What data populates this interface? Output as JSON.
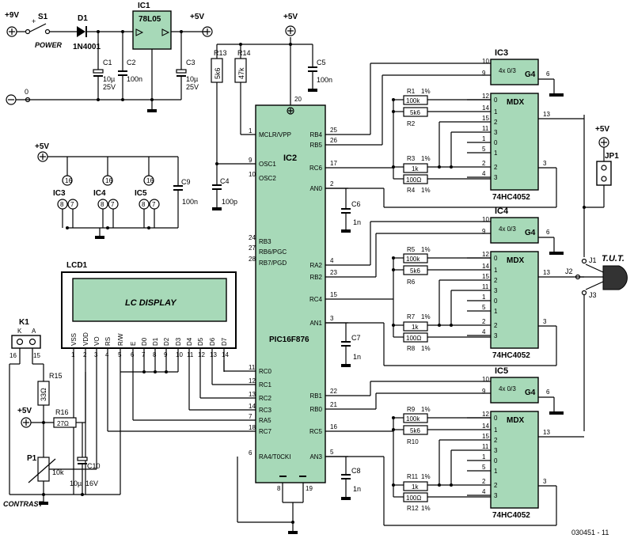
{
  "power": {
    "vin_label": "+9V",
    "switch_ref": "S1",
    "switch_label": "POWER",
    "diode_ref": "D1",
    "diode_part": "1N4001",
    "reg_ref": "IC1",
    "reg_part": "78L05",
    "vout_label": "+5V",
    "zero_label": "0",
    "plus_mark": "+",
    "c1_ref": "C1",
    "c1_val": "10µ",
    "c1_v": "25V",
    "c2_ref": "C2",
    "c2_val": "100n",
    "c3_ref": "C3",
    "c3_val": "10µ",
    "c3_v": "25V"
  },
  "mcu": {
    "ref": "IC2",
    "part": "PIC16F876",
    "supply": "+5V",
    "pin20": "20",
    "left_pins": [
      {
        "num": "1",
        "name": "MCLR/VPP"
      },
      {
        "num": "9",
        "name": "OSC1"
      },
      {
        "num": "10",
        "name": "OSC2"
      },
      {
        "num": "24",
        "name": "RB3"
      },
      {
        "num": "27",
        "name": "RB6/PGC"
      },
      {
        "num": "28",
        "name": "RB7/PGD"
      },
      {
        "num": "11",
        "name": "RC0"
      },
      {
        "num": "12",
        "name": "RC1"
      },
      {
        "num": "13",
        "name": "RC2"
      },
      {
        "num": "14",
        "name": "RC3"
      },
      {
        "num": "7",
        "name": "RA5"
      },
      {
        "num": "18",
        "name": "RC7"
      },
      {
        "num": "6",
        "name": "RA4/T0CKI"
      }
    ],
    "right_pins": [
      {
        "num": "25",
        "name": "RB4"
      },
      {
        "num": "26",
        "name": "RB5"
      },
      {
        "num": "17",
        "name": "RC6"
      },
      {
        "num": "2",
        "name": "AN0"
      },
      {
        "num": "4",
        "name": "RA2"
      },
      {
        "num": "23",
        "name": "RB2"
      },
      {
        "num": "15",
        "name": "RC4"
      },
      {
        "num": "3",
        "name": "AN1"
      },
      {
        "num": "22",
        "name": "RB1"
      },
      {
        "num": "21",
        "name": "RB0"
      },
      {
        "num": "16",
        "name": "RC5"
      },
      {
        "num": "5",
        "name": "AN3"
      }
    ],
    "gnd_pins": [
      "8",
      "19"
    ]
  },
  "osc": {
    "r13_ref": "R13",
    "r13_val": "5k6",
    "r14_ref": "R14",
    "r14_val": "47k",
    "c4_ref": "C4",
    "c4_val": "100p",
    "c5_ref": "C5",
    "c5_val": "100n"
  },
  "decoupling": {
    "supply": "+5V",
    "pin16": "16",
    "chips": [
      {
        "ref": "IC3",
        "p8": "8",
        "p7": "7"
      },
      {
        "ref": "IC4",
        "p8": "8",
        "p7": "7"
      },
      {
        "ref": "IC5",
        "p8": "8",
        "p7": "7"
      }
    ],
    "c9_ref": "C9",
    "c9_val": "100n"
  },
  "lcd": {
    "ref": "LCD1",
    "display_label": "LC DISPLAY",
    "pins": [
      {
        "name": "VSS",
        "num": "1"
      },
      {
        "name": "VDD",
        "num": "2"
      },
      {
        "name": "VO",
        "num": "3"
      },
      {
        "name": "RS",
        "num": "4"
      },
      {
        "name": "R/W",
        "num": "5"
      },
      {
        "name": "E",
        "num": "6"
      },
      {
        "name": "D0",
        "num": "7"
      },
      {
        "name": "D1",
        "num": "8"
      },
      {
        "name": "D2",
        "num": "9"
      },
      {
        "name": "D3",
        "num": "10"
      },
      {
        "name": "D4",
        "num": "11"
      },
      {
        "name": "D5",
        "num": "12"
      },
      {
        "name": "D6",
        "num": "13"
      },
      {
        "name": "D7",
        "num": "14"
      }
    ]
  },
  "backlight": {
    "k1_ref": "K1",
    "k_label": "K",
    "a_label": "A",
    "p16": "16",
    "p15": "15",
    "r15_ref": "R15",
    "r15_val": "33Ω",
    "r16_ref": "R16",
    "r16_val": "27Ω",
    "supply": "+5V",
    "p1_ref": "P1",
    "p1_val": "10k",
    "c10_ref": "C10",
    "c10_val": "10µ",
    "c10_v": "16V",
    "contrast_label": "CONTRAST"
  },
  "muxes": [
    {
      "ref": "IC3",
      "part": "74HC4052",
      "r_hi_ref": "R1",
      "r_hi_val": "100k",
      "r_mid_ref": "R2",
      "r_mid_val": "5k6",
      "r_lo_ref": "R3",
      "r_lo_val": "1k",
      "r_min_ref": "R4",
      "r_min_val": "100Ω",
      "pct": "1%"
    },
    {
      "ref": "IC4",
      "part": "74HC4052",
      "r_hi_ref": "R5",
      "r_hi_val": "100k",
      "r_mid_ref": "R6",
      "r_mid_val": "5k6",
      "r_lo_ref": "R7",
      "r_lo_val": "1k",
      "r_min_ref": "R8",
      "r_min_val": "100Ω",
      "pct": "1%"
    },
    {
      "ref": "IC5",
      "part": "74HC4052",
      "r_hi_ref": "R9",
      "r_hi_val": "100k",
      "r_mid_ref": "R10",
      "r_mid_val": "5k6",
      "r_lo_ref": "R11",
      "r_lo_val": "1k",
      "r_min_ref": "R12",
      "r_min_val": "100Ω",
      "pct": "1%"
    }
  ],
  "mux_pins": {
    "p10": "10",
    "p9": "9",
    "p6": "6",
    "p12": "12",
    "p14": "14",
    "p15": "15",
    "p11": "11",
    "p1": "1",
    "p5": "5",
    "p2": "2",
    "p4": "4",
    "p13": "13",
    "p3": "3",
    "sel_label": "4x 0/3",
    "g4": "G4",
    "mdx": "MDX",
    "in_nums": [
      "0",
      "1",
      "2",
      "3",
      "0",
      "1",
      "2",
      "3"
    ]
  },
  "analog": {
    "c6_ref": "C6",
    "c6_val": "1n",
    "c7_ref": "C7",
    "c7_val": "1n",
    "c8_ref": "C8",
    "c8_val": "1n"
  },
  "tut": {
    "supply": "+5V",
    "jp_ref": "JP1",
    "j1": "J1",
    "j2": "J2",
    "j3": "J3",
    "label": "T.U.T."
  },
  "doc_number": "030451 - 11"
}
